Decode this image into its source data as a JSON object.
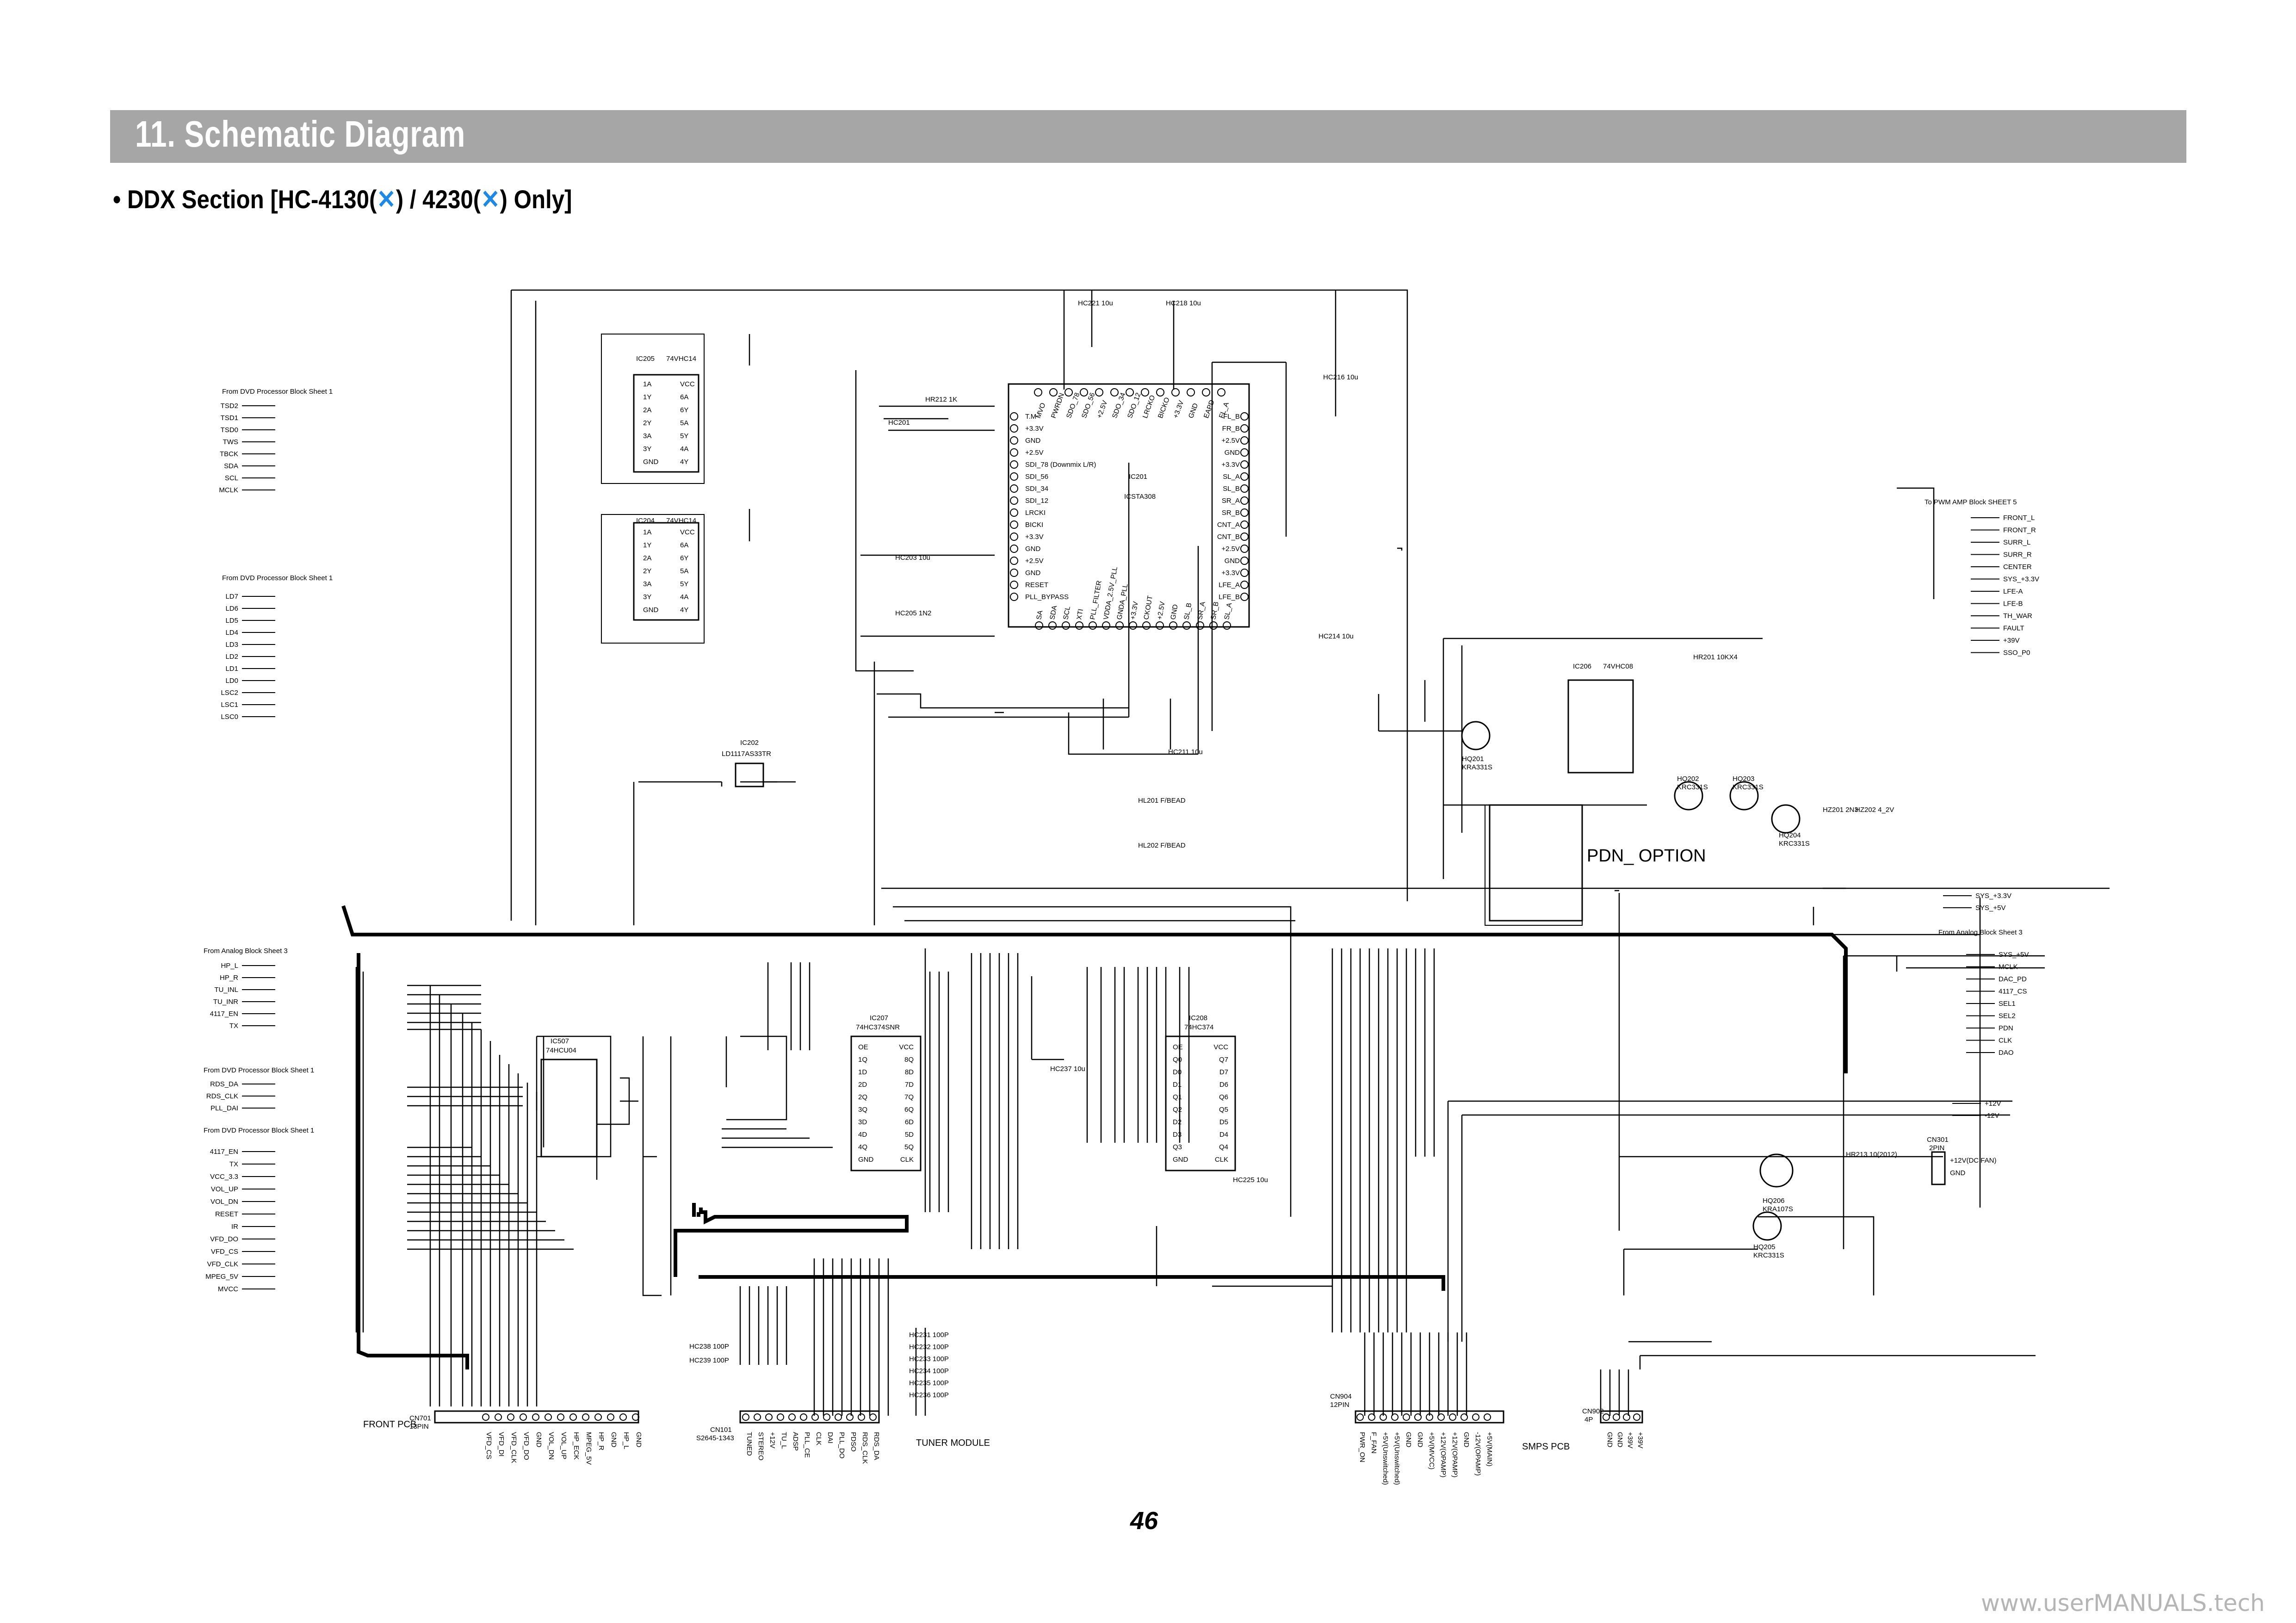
{
  "header": {
    "title": "11. Schematic Diagram",
    "section_prefix": "• DDX Section [HC-4130(",
    "section_middle": ") / 4230(",
    "section_suffix": ") Only]",
    "section_mark": "✕",
    "banner_color": "#a6a6a6",
    "mark_color": "#1e88e5"
  },
  "page_number": "46",
  "watermark": "www.userMANUALS.tech",
  "schematic": {
    "sources": {
      "dvd1": "From DVD Processor Block Sheet 1",
      "dvd2": "From DVD Processor Block Sheet 1",
      "analog3": "From Analog Block Sheet 3",
      "dvd3": "From DVD Processor Block Sheet 1",
      "dvd4": "From DVD Processor Block Sheet 1",
      "pwm": "To PWM AMP Block SHEET 5",
      "analog_r": "From Analog Block Sheet 3"
    },
    "left_signals_1": [
      "TSD2",
      "TSD1",
      "TSD0",
      "TWS",
      "TBCK",
      "SDA",
      "SCL",
      "MCLK"
    ],
    "left_signals_2": [
      "LD7",
      "LD6",
      "LD5",
      "LD4",
      "LD3",
      "LD2",
      "LD1",
      "LD0",
      "LSC2",
      "LSC1",
      "LSC0"
    ],
    "left_signals_3": [
      "HP_L",
      "HP_R",
      "TU_INL",
      "TU_INR",
      "4117_EN",
      "TX"
    ],
    "left_signals_4": [
      "RDS_DA",
      "RDS_CLK",
      "PLL_DAI"
    ],
    "left_signals_5": [
      "4117_EN",
      "TX",
      "VCC_3.3",
      "VOL_UP",
      "VOL_DN",
      "RESET",
      "IR",
      "VFD_DO",
      "VFD_CS",
      "VFD_CLK",
      "MPEG_5V",
      "MVCC"
    ],
    "right_outputs": [
      "FRONT_L",
      "FRONT_R",
      "SURR_L",
      "SURR_R",
      "CENTER",
      "SYS_+3.3V",
      "LFE-A",
      "LFE-B",
      "TH_WAR",
      "FAULT",
      "+39V",
      "SSO_P0"
    ],
    "right_power": [
      "SYS_+3.3V",
      "SYS_+5V"
    ],
    "right_inputs": [
      "SYS_+5V",
      "MCLK",
      "DAC_PD",
      "4117_CS",
      "SEL1",
      "SEL2",
      "PDN",
      "CLK",
      "DAO"
    ],
    "rails": [
      "+12V",
      "-12V"
    ],
    "fan": {
      "name": "CN301",
      "pins": "2PIN",
      "label1": "+12V(DC FAN)",
      "label2": "GND"
    },
    "ic201": {
      "name": "IC201",
      "part": "ICSTA308",
      "top_pins": [
        "MVO",
        "PWRDN",
        "SDO_78",
        "SDO_56",
        "+2.5V",
        "SDO_34",
        "SDO_12",
        "LRCKO",
        "BICKO",
        "+3.3V",
        "GND",
        "EAPD",
        "FL_A"
      ],
      "left_pins": [
        "T.M",
        "+3.3V",
        "GND",
        "+2.5V",
        "SDI_78 (Downmix L/R)",
        "SDI_56",
        "SDI_34",
        "SDI_12",
        "LRCKI",
        "BICKI",
        "+3.3V",
        "GND",
        "+2.5V",
        "GND",
        "RESET",
        "PLL_BYPASS"
      ],
      "right_pins": [
        "FL_B",
        "FR_B",
        "+2.5V",
        "GND",
        "+3.3V",
        "SL_A",
        "SL_B",
        "SR_A",
        "SR_B",
        "CNT_A",
        "CNT_B",
        "+2.5V",
        "GND",
        "+3.3V",
        "LFE_A",
        "LFE_B"
      ],
      "bottom_pins": [
        "SA",
        "SDA",
        "SCL",
        "XTI",
        "PLL_FILTER",
        "VDDA_2.5V_PLL",
        "GNDA_PLL",
        "+3.3V",
        "CKOUT",
        "+2.5V",
        "GND",
        "SL_B",
        "SR_A",
        "SR_B",
        "SL_A"
      ]
    },
    "ic205": {
      "name": "IC205",
      "part": "74VHC14",
      "pins": [
        "1A",
        "1Y",
        "2A",
        "2Y",
        "3A",
        "3Y",
        "GND",
        "4Y",
        "4A",
        "5Y",
        "5A",
        "6Y",
        "6A",
        "VCC"
      ]
    },
    "ic204": {
      "name": "IC204",
      "part": "74VHC14"
    },
    "ic206": {
      "name": "IC206",
      "part": "74VHC08"
    },
    "ic202": {
      "name": "IC202",
      "part": "LD1117AS33TR"
    },
    "ic207": {
      "name": "IC207",
      "part": "74HC374SNR",
      "left": [
        "OE",
        "1Q",
        "1D",
        "2D",
        "2Q",
        "3Q",
        "3D",
        "4D",
        "4Q",
        "GND"
      ],
      "right": [
        "VCC",
        "8Q",
        "8D",
        "7D",
        "7Q",
        "6Q",
        "6D",
        "5D",
        "5Q",
        "CLK"
      ]
    },
    "ic208": {
      "name": "IC208",
      "part": "74HC374",
      "left": [
        "OE",
        "Q0",
        "D0",
        "D1",
        "Q1",
        "Q2",
        "D2",
        "D3",
        "Q3",
        "GND"
      ],
      "right": [
        "VCC",
        "Q7",
        "D7",
        "D6",
        "Q6",
        "Q5",
        "D5",
        "D4",
        "Q4",
        "CLK"
      ]
    },
    "ic507": {
      "name": "IC507",
      "part": "74HCU04"
    },
    "transistors": [
      {
        "name": "HQ201",
        "part": "KRA331S"
      },
      {
        "name": "HQ202",
        "part": "KRC331S"
      },
      {
        "name": "HQ203",
        "part": "KRC331S"
      },
      {
        "name": "HQ204",
        "part": "KRC331S"
      },
      {
        "name": "HQ206",
        "part": "KRA107S"
      },
      {
        "name": "HQ205",
        "part": "KRC331S"
      }
    ],
    "parts": [
      "HR212 1K",
      "HC201",
      "HC203 10u",
      "HC205 1N2",
      "HC211 10u",
      "HC214 10u",
      "HC216 10u",
      "HC221 10u",
      "HC218 10u",
      "HR213 10(2012)",
      "HZ201 2N3",
      "HZ202 4_2V",
      "HR201 10KX4",
      "HL201 F/BEAD",
      "HL202 F/BEAD",
      "HC237 10u",
      "HC225 10u"
    ],
    "pdn_option": "PDN_ OPTION",
    "connectors": {
      "front": {
        "name": "CN701",
        "pins": "13PIN",
        "title": "FRONT PCB",
        "labels": [
          "VFD_CS",
          "VFD_DI",
          "VFD_CLK",
          "VFD_DO",
          "GND",
          "VOL_DN",
          "VOL_UP",
          "HP_ECK",
          "MPEG_5V",
          "HP_R",
          "GND",
          "HP_L",
          "GND"
        ]
      },
      "tuner": {
        "name": "CN101",
        "pins": "S2645-1343",
        "title": "TUNER MODULE",
        "labels": [
          "TUNED",
          "STEREO",
          "+12V",
          "TU_L",
          "ADSP",
          "PLL_CE",
          "CLK",
          "DAI",
          "PLL_DO",
          "PDSO",
          "RDS_CLK",
          "RDS_DA"
        ],
        "caps": [
          "HC231 100P",
          "HC232 100P",
          "HC233 100P",
          "HC234 100P",
          "HC235 100P",
          "HC236 100P"
        ],
        "left_caps": [
          "HC238 100P",
          "HC239 100P"
        ]
      },
      "smps": {
        "name": "CN904",
        "pins": "12PIN",
        "title": "SMPS PCB",
        "labels": [
          "PWR_ON",
          "F_FAN",
          "+5V(Unswitched)",
          "+5V(Unswitched)",
          "GND",
          "GND",
          "+5V(MVCC)",
          "+12V(OPAMP)",
          "+12V(OPAMP)",
          "GND",
          "-12V(OPAMP)",
          "+5V(MAIN)"
        ]
      },
      "cn902": {
        "name": "CN902",
        "pins": "4P",
        "labels": [
          "GND",
          "GND",
          "+39V",
          "+39V"
        ]
      }
    }
  }
}
